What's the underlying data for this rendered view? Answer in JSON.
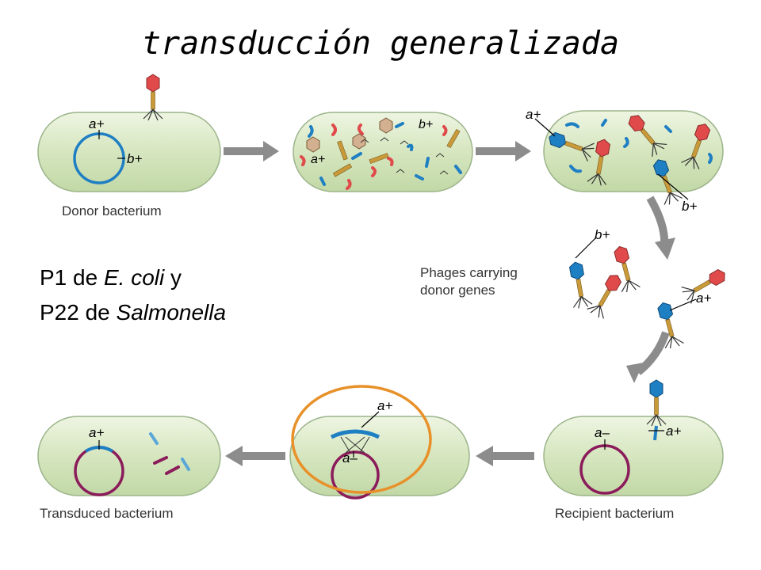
{
  "title": "transducción generalizada",
  "labels": {
    "donor": "Donor bacterium",
    "phages_line1": "Phages carrying",
    "phages_line2": "donor genes",
    "recipient": "Recipient bacterium",
    "transduced": "Transduced bacterium"
  },
  "genes": {
    "a_plus": "a+",
    "b_plus": "b+",
    "a_minus": "a–"
  },
  "note": {
    "l1_a": "P1 de ",
    "l1_b": "E. coli",
    "l1_c": " y",
    "l2_a": "P22 de ",
    "l2_b": "Salmonella"
  },
  "colors": {
    "cell_fill": "#d9e8c4",
    "cell_edge": "#9bb48a",
    "donor_dna": "#1f7fc3",
    "recipient_dna": "#8b1b5a",
    "arrow": "#8c8c8c",
    "highlight": "#e8912a",
    "phage_head": "#e04a4a",
    "phage_tail": "#c99a3a"
  }
}
